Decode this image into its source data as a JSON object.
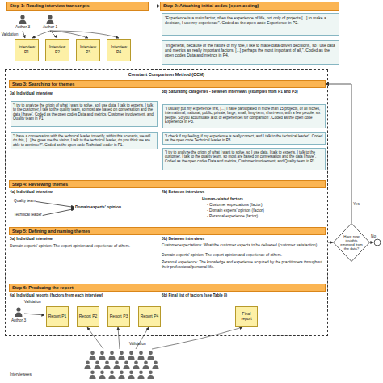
{
  "diagram": {
    "nodes": [
      {
        "text": [
          "Step 1: Reading interview transcripts"
        ]
      },
      {
        "text": [
          "Step 2: Attaching initial codes (open coding)"
        ]
      },
      {
        "text": [
          "Interview P1"
        ]
      },
      {
        "text": [
          "Interview P2"
        ]
      },
      {
        "text": [
          "Interview P3"
        ]
      },
      {
        "text": [
          "Interview P4"
        ]
      },
      {
        "text": [
          "\"Experience is a main factor, often the experience of life, not only of projects [...] to make a decision, I use my experience\". Coded as the open code Experience in P2."
        ]
      },
      {
        "text": [
          "\"In general, because of the nature of my role, I like to make data-driven decisions, so I use data and metrics as really important factors. [...] perhaps the most important of all,\". Coded as the open codes Data and metrics in P4."
        ]
      },
      {
        "text": [
          "Constant Comparison Method (CCM)"
        ]
      },
      {
        "text": [
          "Step 3: Searching for themes"
        ],
        "in": 8
      },
      {
        "text": [
          "\"I try to analyze the origin of what I want to solve, so I use data, I talk to experts, I talk to the customer, I talk to the quality team, so most are based on conversation and the data I have\". Coded as the open codes Data and metrics, Customer involvement, and Quality team in P1."
        ],
        "in": 8
      },
      {
        "text": [
          "\"I have a conversation with the technical leader to verify, within this scenario, we will do this, [...] he gives me the vision, I talk to the technical leader, do you think we are able to continue?\". Coded as the open code Technical leader in P1."
        ],
        "in": 8
      },
      {
        "text": [
          "\"I usually put my experience first, [...] I have participated in more than 15 projects, of all niches, international, national, public, private, large, small, long-term, short-term, with a few people, six people. So you accumulate a lot of experiences for comparison\". Coded as the open code Experience in P3."
        ],
        "in": 8
      },
      {
        "text": [
          "\"I check if my feeling, if my experience is really correct, and I talk to the technical leader\". Coded as the open code Technical leader in P3."
        ],
        "in": 8
      },
      {
        "text": [
          "\"I try to analyze the origin of what I want to solve, so I use data, I talk to experts, I talk to the customer, I talk to the quality team, so most are based on conversation and the data I have\". Coded as the open codes Data and metrics, Customer involvement, and Quality team in P1."
        ],
        "in": 8
      },
      {
        "text": [
          "Step 4: Reviewing themes"
        ],
        "in": 8
      },
      {
        "text": [
          "Quality team"
        ],
        "in": 8
      },
      {
        "text": [
          "Technical leader"
        ],
        "in": 8
      },
      {
        "text": [
          "Domain experts' opinion"
        ],
        "in": 8
      },
      {
        "text": [
          "Step 5: Defining and naming themes"
        ],
        "in": 8
      },
      {
        "text": [
          "Step 6: Producing the report"
        ],
        "in": 8
      },
      {
        "text": [
          "Report P1"
        ],
        "in": 8
      },
      {
        "text": [
          "Report P2"
        ],
        "in": 8
      },
      {
        "text": [
          "Report P3"
        ],
        "in": 8
      },
      {
        "text": [
          "Report P4"
        ],
        "in": 8
      },
      {
        "text": [
          "Final report"
        ],
        "in": 8
      },
      {
        "text": [
          "Have new insights emerged from the data?"
        ]
      }
    ],
    "edges": [
      {
        "from": 0,
        "to": 1,
        "arrow": "to"
      },
      {
        "from": 16,
        "to": 18,
        "arrow": "to"
      },
      {
        "from": 17,
        "to": 18,
        "arrow": "to"
      },
      {
        "from": 8,
        "to": 26,
        "arrow": "to"
      },
      {
        "from": 26,
        "to": 9,
        "label": "Yes",
        "arrow": "to"
      }
    ],
    "labels": [
      "Author 3",
      "Author 1",
      "Validation",
      "3a) Individual interview",
      "3b) Saturating categories - between interviews (examples from P1 and P3)",
      "4a) Individual interview",
      "4b) Between interviews",
      "Human-related factors",
      "- Customer expectations (factor)",
      "- Domain experts' opinion (factor)",
      "- Personal experience (factor)",
      "5a) Individual interview",
      "5b) Between interviews",
      "Domain experts' opinion: The expert opinion and experience of others.",
      "Customer expectations: What the customer expects to be delivered (customer satisfaction).",
      "Domain experts' opinion: The expert opinion and experience of others.",
      "Personal experience: The knowledge and experience acquired by the practitioners throughout their professional/personal life.",
      "6a) Individual reports (factors from each interview)",
      "6b) Final list of factors (see Table 8)",
      "Validation",
      "Author 3",
      "Validation",
      "Interviewees",
      "No"
    ]
  }
}
